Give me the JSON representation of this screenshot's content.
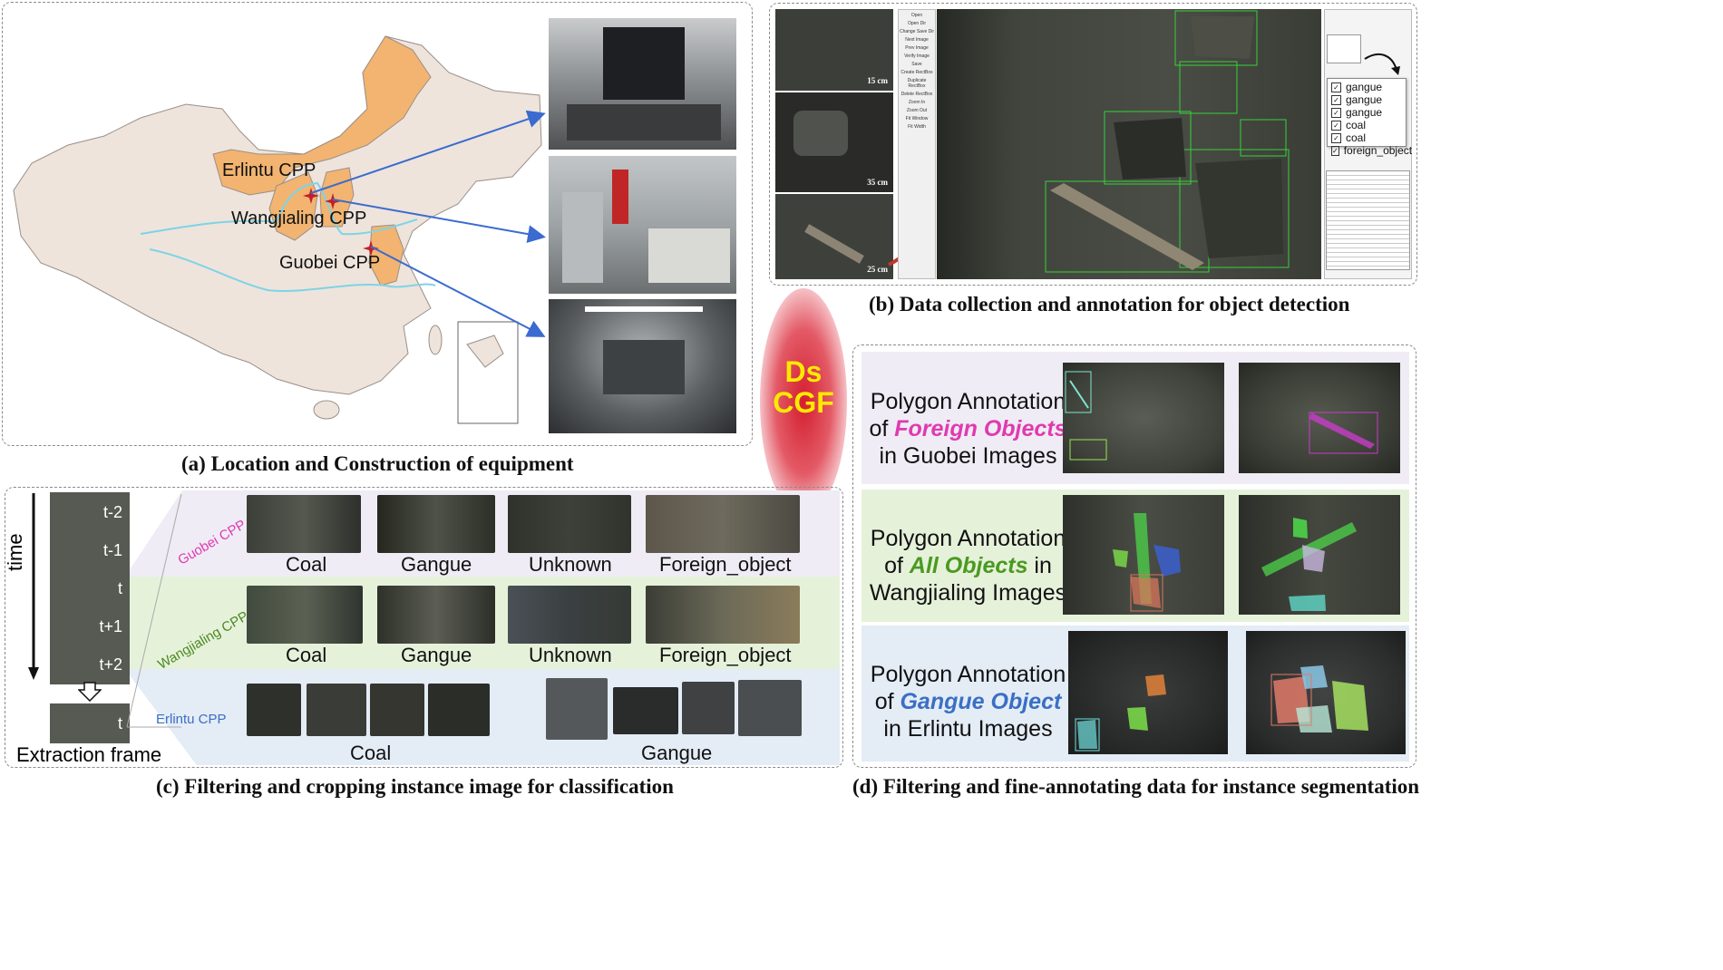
{
  "panel_a": {
    "caption": "(a) Location and Construction of equipment",
    "plants": [
      "Erlintu CPP",
      "Wangjialing CPP",
      "Guobei CPP"
    ]
  },
  "panel_b": {
    "caption": "(b) Data collection and annotation for object detection",
    "scales": [
      "15 cm",
      "35 cm",
      "25 cm"
    ],
    "class_list": [
      "gangue",
      "gangue",
      "gangue",
      "coal",
      "coal",
      "foreign_object"
    ],
    "tool_buttons": [
      "Open",
      "Open Dir",
      "Change Save Dir",
      "Next Image",
      "Prev Image",
      "Verify Image",
      "Save",
      "Create RectBox",
      "Duplicate RectBox",
      "Delete RectBox",
      "Zoom In",
      "Zoom Out",
      "Fit Window",
      "Fit Width"
    ]
  },
  "center": {
    "line1": "Ds",
    "line2": "CGF"
  },
  "panel_c": {
    "caption": "(c) Filtering and cropping instance image for classification",
    "time_label": "time",
    "frames": [
      "t-2",
      "t-1",
      "t",
      "t+1",
      "t+2"
    ],
    "extraction_frame_t": "t",
    "extraction_label": "Extraction frame",
    "rows": [
      {
        "plant": "Guobei CPP",
        "classes": [
          "Coal",
          "Gangue",
          "Unknown",
          "Foreign_object"
        ]
      },
      {
        "plant": "Wangjialing CPP",
        "classes": [
          "Coal",
          "Gangue",
          "Unknown",
          "Foreign_object"
        ]
      },
      {
        "plant": "Erlintu CPP",
        "classes": [
          "Coal",
          "Gangue"
        ]
      }
    ]
  },
  "panel_d": {
    "caption": "(d) Filtering and fine-annotating data for instance segmentation",
    "rows": [
      {
        "line1": "Polygon Annotation",
        "pre": "of ",
        "emph": "Foreign Objects",
        "post": "",
        "line3": "in Guobei Images",
        "color": "#e03ab0"
      },
      {
        "line1": "Polygon Annotation",
        "pre": "of ",
        "emph": "All Objects",
        "post": " in",
        "line3": "Wangjialing Images",
        "color": "#4a9a20"
      },
      {
        "line1": "Polygon Annotation",
        "pre": "of ",
        "emph": "Gangue Object",
        "post": "",
        "line3": "in Erlintu Images",
        "color": "#3a6fc4"
      }
    ]
  },
  "colors": {
    "province": "#f2b470",
    "land": "#eee4dc",
    "river": "#7fd3e6",
    "arrow": "#3b6bd0"
  }
}
